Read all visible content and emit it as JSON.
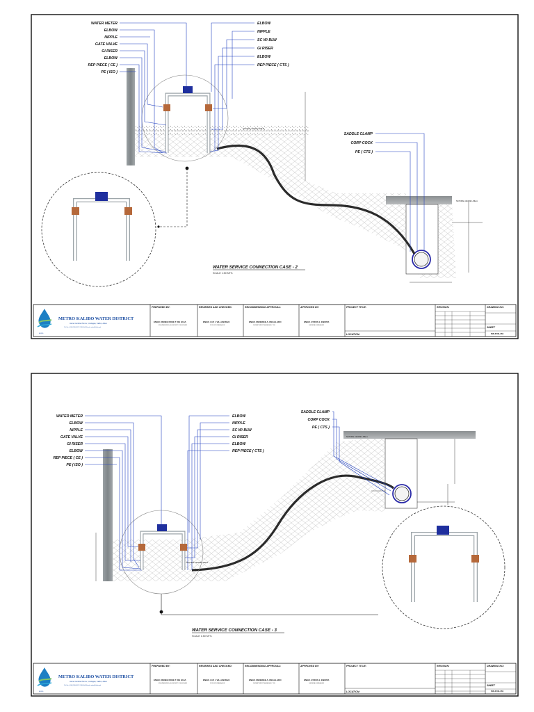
{
  "colors": {
    "callout": "#1f3fbf",
    "pipe": "#2b2b2b",
    "wall": "#8f9497",
    "brand": "#1d4fa3",
    "valve": "#b5683a"
  },
  "icons": [
    "water-drop-logo-icon",
    "water-meter-icon",
    "gate-valve-icon",
    "saddle-clamp-icon"
  ],
  "sheets": [
    {
      "callouts_left": [
        "WATER METER",
        "ELBOW",
        "NIPPLE",
        "GATE VALVE",
        "GI RISER",
        "ELBOW",
        "REP PIECE ( CE )",
        "PE ( ISO )"
      ],
      "callouts_right": [
        "ELBOW",
        "NIPPLE",
        "SC W/ BLW",
        "GI RISER",
        "ELBOW",
        "REP PIECE ( CTS )"
      ],
      "callouts_main": [
        "SADDLE CLAMP",
        "CORP COCK",
        "PE ( CTS )"
      ],
      "grade_lines": [
        "NATURAL GRADE LINE-B",
        "NATURAL GRADE LINE-A"
      ],
      "title": "WATER SERVICE CONNECTION CASE - 2",
      "scale": "SCALE 1:50 MTS."
    },
    {
      "callouts_left": [
        "WATER METER",
        "ELBOW",
        "NIPPLE",
        "GATE VALVE",
        "GI RISER",
        "ELBOW",
        "REP PIECE ( CE )",
        "PE ( ISO )"
      ],
      "callouts_right": [
        "ELBOW",
        "NIPPLE",
        "SC W/ BLW",
        "GI RISER",
        "ELBOW",
        "REP PIECE ( CTS )"
      ],
      "callouts_main": [
        "SADDLE CLAMP",
        "CORP COCK",
        "PE ( CTS )"
      ],
      "grade_lines": [
        "NATURAL GRADE LINE-A",
        "NATURAL GRADE LINE-B"
      ],
      "title": "WATER SERVICE CONNECTION CASE - 3",
      "scale": "SCALE 1:50 MTS."
    }
  ],
  "title_block": {
    "org_name": "METRO KALIBO  WATER DISTRICT",
    "org_address": "Jaime Cardinal Sin Av., Andagao, Kalibo, Aklan",
    "org_contact": "Tel. No.: (036) 268-6370 / 268-5044  Email: mkwd@aklan.ph",
    "org_logo_text": "MKWD",
    "prepared_by_label": "PREPARED BY:",
    "prepared_by_name": "ENGR. RENEE ROSE T. DE GUIA",
    "prepared_by_role": "ENGINEERING ASSISTANT / DESIGNER",
    "reviewed_label": "REVIEWED AND CHECKED:",
    "reviewed_name": "ENGR. LUZ I. VILLANUEVA",
    "reviewed_role": "DIVISION MANAGER",
    "recommending_label": "RECOMMENDING APPROVAL:",
    "recommending_name": "ENGR. RENEDEE A. REGALADO",
    "recommending_role": "DEPARTMENT MANAGER, TSD",
    "approved_label": "APPROVED BY:",
    "approved_name": "ENGR. AYRON J. ENOPIA",
    "approved_role": "GENERAL MANAGER",
    "project_title_label": "PROJECT TITLE:",
    "location_label": "LOCATION:",
    "revision_label": "REVISION:",
    "drawing_no_label": "DRAWING NO:",
    "sheet_label": "SHEET",
    "sheet_values": [
      "PW-PUD-150",
      "PW-PUD-150"
    ]
  }
}
